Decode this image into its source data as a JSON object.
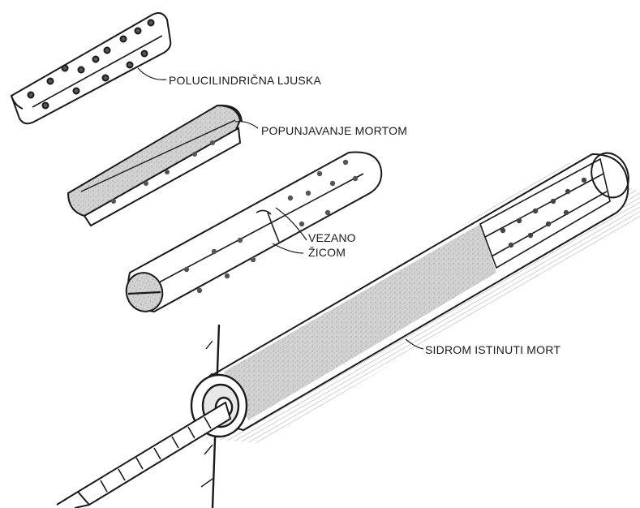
{
  "labels": {
    "shell": "POLUCILINDRIČNA LJUSKA",
    "mortar_fill": "POPUNJAVANJE MORTOM",
    "wire_line1": "VEZANO",
    "wire_line2": "ŽICOM",
    "anchor_mortar": "SIDROM ISTINUTI MORT"
  },
  "colors": {
    "ink": "#1a1a1a",
    "mortar": "#cfcfcf",
    "rock": "#8a8a8a"
  }
}
